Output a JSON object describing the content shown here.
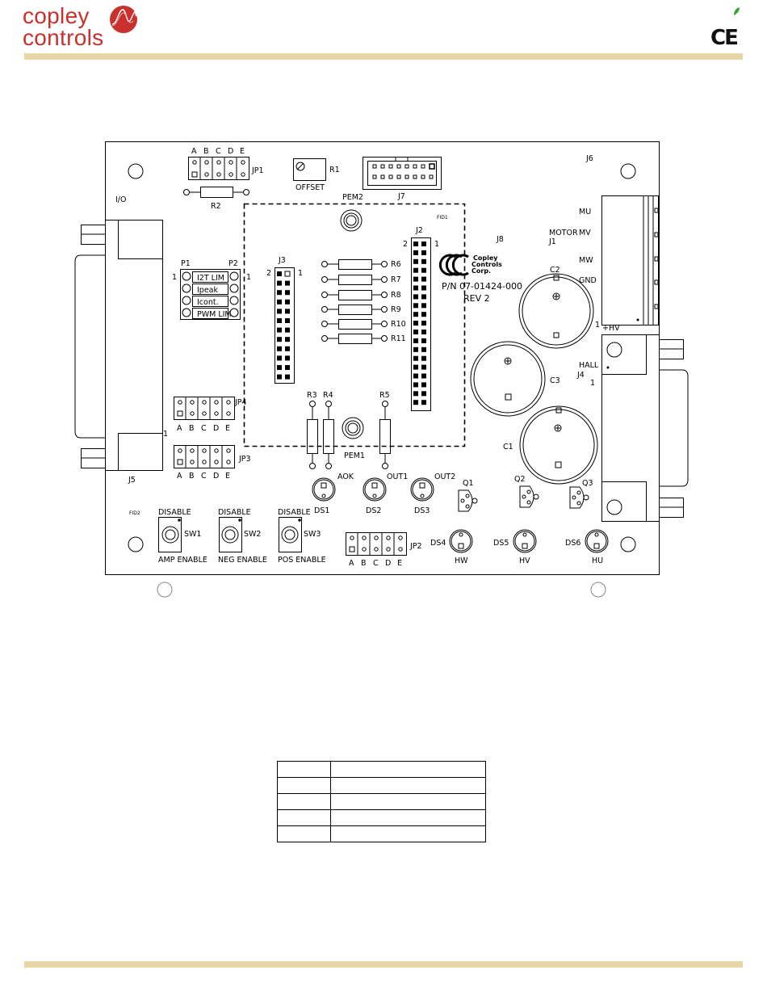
{
  "header": {
    "logo_line1": "copley",
    "logo_line2": "controls",
    "ce_mark": "CE",
    "brand_color": "#c8312e",
    "rule_color": "#e8d5a8"
  },
  "board": {
    "left_labels": {
      "io": "I/O",
      "j5": "J5",
      "fid2": "FID2",
      "fid1": "FID1"
    },
    "jp1": {
      "name": "JP1",
      "letters": [
        "A",
        "B",
        "C",
        "D",
        "E"
      ]
    },
    "jp2": {
      "name": "JP2",
      "letters": [
        "A",
        "B",
        "C",
        "D",
        "E"
      ]
    },
    "jp3": {
      "name": "JP3",
      "letters": [
        "A",
        "B",
        "C",
        "D",
        "E"
      ]
    },
    "jp4": {
      "name": "JP4",
      "letters": [
        "A",
        "B",
        "C",
        "D",
        "E"
      ]
    },
    "r1": {
      "name": "R1",
      "label": "OFFSET"
    },
    "r2": "R2",
    "j7": "J7",
    "pem2": "PEM2",
    "pem1": "PEM1",
    "j6": "J6",
    "p1": "P1",
    "p2": "P2",
    "pin_one": "1",
    "pin_two": "2",
    "pot_labels": [
      "I2T LIM",
      "Ipeak",
      "Icont.",
      "PWM LIM"
    ],
    "j3": "J3",
    "j2": "J2",
    "j8": "J8",
    "resistors_right": [
      "R6",
      "R7",
      "R8",
      "R9",
      "R10",
      "R11"
    ],
    "resistors_vertical": [
      "R3",
      "R4",
      "R5"
    ],
    "corp_logo": [
      "Copley",
      "Controls",
      "Corp."
    ],
    "part_number": "P/N 07-01424-000",
    "revision": "REV 2",
    "motor": {
      "label_line1": "MOTOR",
      "label_line2": "J1",
      "pins": [
        "MU",
        "MV",
        "MW",
        "GND",
        "+HV"
      ]
    },
    "hall": {
      "label_line1": "HALL",
      "label_line2": "J4"
    },
    "capacitors": [
      "C1",
      "C2",
      "C3"
    ],
    "leds_top": [
      {
        "name": "DS1",
        "label": "AOK"
      },
      {
        "name": "DS2",
        "label": "OUT1"
      },
      {
        "name": "DS3",
        "label": "OUT2"
      }
    ],
    "leds_bottom": [
      {
        "name": "DS4",
        "label": "HW"
      },
      {
        "name": "DS5",
        "label": "HV"
      },
      {
        "name": "DS6",
        "label": "HU"
      }
    ],
    "transistors": [
      "Q1",
      "Q2",
      "Q3"
    ],
    "switches": [
      {
        "name": "SW1",
        "top": "DISABLE",
        "bottom": "AMP ENABLE"
      },
      {
        "name": "SW2",
        "top": "DISABLE",
        "bottom": "NEG ENABLE"
      },
      {
        "name": "SW3",
        "top": "DISABLE",
        "bottom": "POS ENABLE"
      }
    ]
  },
  "revision_table": {
    "rows": [
      [
        "",
        ""
      ],
      [
        "",
        ""
      ],
      [
        "",
        ""
      ],
      [
        "",
        ""
      ],
      [
        "",
        ""
      ]
    ]
  }
}
